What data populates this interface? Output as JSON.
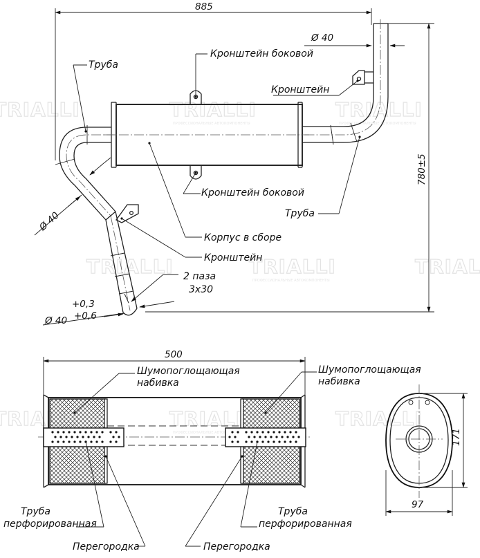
{
  "watermark": {
    "brand": "TRIALLI",
    "tagline": "ПРОФЕССИОНАЛЬНЫЕ АВТОКОМПОНЕНТЫ"
  },
  "top_view": {
    "dims": {
      "width": "885",
      "height": "780±5",
      "pipe_dia_right": "Ø 40",
      "pipe_dia_left": "Ø 40",
      "inlet_dia": "Ø 40",
      "inlet_tol_upper": "+0,3",
      "inlet_tol_lower": "+0,6"
    },
    "labels": {
      "pipe_left": "Труба",
      "bracket_side_top": "Кронштейн боковой",
      "bracket_right": "Кронштейн",
      "bracket_side_bottom": "Кронштейн боковой",
      "pipe_right": "Труба",
      "body_assembly": "Корпус в сборе",
      "bracket_bottom": "Кронштейн",
      "slots_line1": "2 паза",
      "slots_line2": "3x30"
    }
  },
  "section_view": {
    "dims": {
      "length": "500",
      "height": "171",
      "width": "97"
    },
    "labels": {
      "packing_left_line1": "Шумопоглощающая",
      "packing_left_line2": "набивка",
      "packing_right_line1": "Шумопоглощающая",
      "packing_right_line2": "набивка",
      "perf_pipe_left_line1": "Труба",
      "perf_pipe_left_line2": "перфорированная",
      "perf_pipe_right_line1": "Труба",
      "perf_pipe_right_line2": "перфорированная",
      "baffle_left": "Перегородка",
      "baffle_right": "Перегородка"
    }
  }
}
